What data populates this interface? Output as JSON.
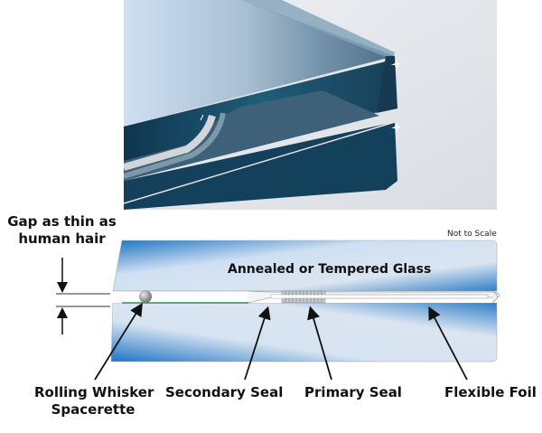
{
  "photo": {
    "description": "Close-up of vacuum insulated glass corner with two dark teal glass panes and edge seal"
  },
  "diagram": {
    "note": "Not to Scale",
    "glass_label": "Annealed or Tempered Glass",
    "gap_label_line1": "Gap as thin as",
    "gap_label_line2": "human hair",
    "callouts": [
      {
        "line1": "Rolling Whisker",
        "line2": "Spacerette"
      },
      {
        "line1": "Secondary  Seal"
      },
      {
        "line1": "Primary Seal"
      },
      {
        "line1": "Flexible Foil"
      }
    ]
  },
  "colors": {
    "glass_dark": "#1a73c2",
    "glass_light": "#dde6f2",
    "photo_teal": "#1f4a63",
    "photo_bg": "#e2e5ea",
    "foil_green": "#2e8b57",
    "arrow": "#111111"
  }
}
